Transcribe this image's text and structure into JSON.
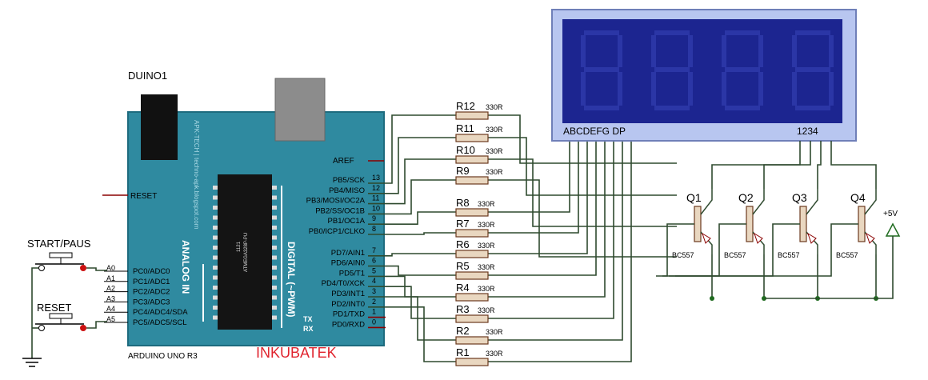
{
  "board": {
    "name": "DUINO1",
    "model": "ARDUINO UNO R3",
    "chip": "ATMEGA328P-PU",
    "chip_code": "1121",
    "site": "APK-TECH | techno-apk.blogspot.com",
    "analog_title": "ANALOG IN",
    "digital_title": "DIGITAL (~PWM)",
    "aref": "AREF",
    "reset": "RESET",
    "tx": "TX",
    "rx": "RX",
    "analog_pins": [
      {
        "label": "PC0/ADC0",
        "num": "A0"
      },
      {
        "label": "PC1/ADC1",
        "num": "A1"
      },
      {
        "label": "PC2/ADC2",
        "num": "A2"
      },
      {
        "label": "PC3/ADC3",
        "num": "A3"
      },
      {
        "label": "PC4/ADC4/SDA",
        "num": "A4"
      },
      {
        "label": "PC5/ADC5/SCL",
        "num": "A5"
      }
    ],
    "digital_pins": [
      {
        "label": "PB5/SCK",
        "num": "13"
      },
      {
        "label": "PB4/MISO",
        "num": "12"
      },
      {
        "label": "PB3/MOSI/OC2A",
        "num": "11"
      },
      {
        "label": "PB2/SS/OC1B",
        "num": "10"
      },
      {
        "label": "PB1/OC1A",
        "num": "9"
      },
      {
        "label": "PB0/ICP1/CLKO",
        "num": "8"
      },
      {
        "label": "PD7/AIN1",
        "num": "7"
      },
      {
        "label": "PD6/AIN0",
        "num": "6"
      },
      {
        "label": "PD5/T1",
        "num": "5"
      },
      {
        "label": "PD4/T0/XCK",
        "num": "4"
      },
      {
        "label": "PD3/INT1",
        "num": "3"
      },
      {
        "label": "PD2/INT0",
        "num": "2"
      },
      {
        "label": "PD1/TXD",
        "num": "1"
      },
      {
        "label": "PD0/RXD",
        "num": "0"
      }
    ]
  },
  "buttons": {
    "start": "START/PAUS",
    "reset": "RESET"
  },
  "watermark": "INKUBATEK",
  "resistors": {
    "value": "330R",
    "names": [
      "R12",
      "R11",
      "R10",
      "R9",
      "R8",
      "R7",
      "R6",
      "R5",
      "R4",
      "R3",
      "R2",
      "R1"
    ]
  },
  "display": {
    "segments": "ABCDEFG  DP",
    "digits": "1234"
  },
  "transistors": {
    "names": [
      "Q1",
      "Q2",
      "Q3",
      "Q4"
    ],
    "part": "BC557"
  },
  "supply": "+5V"
}
